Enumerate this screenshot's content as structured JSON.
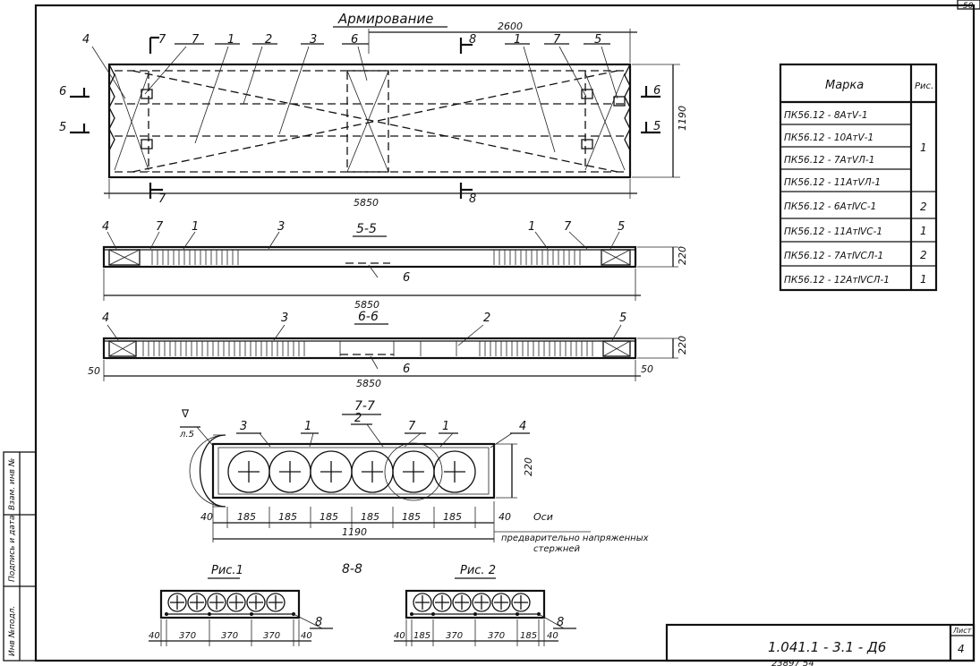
{
  "sheet": {
    "title": "Армирование",
    "page_corner": "50",
    "code": "1.041.1 - 3.1 - Д6",
    "sheet_label": "Лист",
    "sheet_number": "4",
    "bottom_numbers": "23897    54",
    "side_stamps": [
      "Инв №подл.",
      "Подпись и дата",
      "Взам. инв №"
    ]
  },
  "plan": {
    "length": "5850",
    "half_length": "2600",
    "width": "1190",
    "cuts": {
      "c7": "7",
      "c8": "8",
      "c6": "6",
      "c5": "5"
    },
    "callouts": [
      "4",
      "7",
      "7",
      "1",
      "2",
      "3",
      "6",
      "1",
      "7",
      "5"
    ]
  },
  "section55": {
    "title": "5-5",
    "length": "5850",
    "height": "220",
    "callouts": [
      "4",
      "7",
      "1",
      "3",
      "1",
      "7",
      "5"
    ],
    "bottom_callout": "6"
  },
  "section66": {
    "title": "6-6",
    "length": "5850",
    "height": "220",
    "end_left": "50",
    "end_right": "50",
    "callouts": [
      "4",
      "3",
      "2",
      "5"
    ],
    "bottom_callout": "6"
  },
  "section77": {
    "title": "7-7",
    "callouts": [
      "3",
      "1",
      "2",
      "7",
      "1",
      "4"
    ],
    "level_mark": "∇",
    "level_value": "л.5",
    "height": "220",
    "dims": [
      "40",
      "185",
      "185",
      "185",
      "185",
      "185",
      "185",
      "40"
    ],
    "total": "1190",
    "axes_note": [
      "Оси",
      "предварительно напряженных",
      "стержней"
    ]
  },
  "section88_title": "8-8",
  "fig1": {
    "title": "Рис.1",
    "callout": "8",
    "dims": [
      "40",
      "370",
      "370",
      "370",
      "40"
    ]
  },
  "fig2": {
    "title": "Рис. 2",
    "callout": "8",
    "dims": [
      "40",
      "185",
      "370",
      "370",
      "185",
      "40"
    ]
  },
  "table": {
    "headers": [
      "Марка",
      "Рис."
    ],
    "rows": [
      "ПК56.12 - 8АтⅤ-1",
      "ПК56.12 - 10АтⅤ-1",
      "ПК56.12 - 7АтⅤЛ-1",
      "ПК56.12 - 11АтⅤЛ-1",
      "ПК56.12 - 6АтⅣС-1",
      "ПК56.12 - 11АтⅣС-1",
      "ПК56.12 - 7АтⅣСЛ-1",
      "ПК56.12 - 12АтⅣСЛ-1"
    ],
    "figs": [
      "1",
      "2",
      "1",
      "2",
      "1"
    ]
  }
}
